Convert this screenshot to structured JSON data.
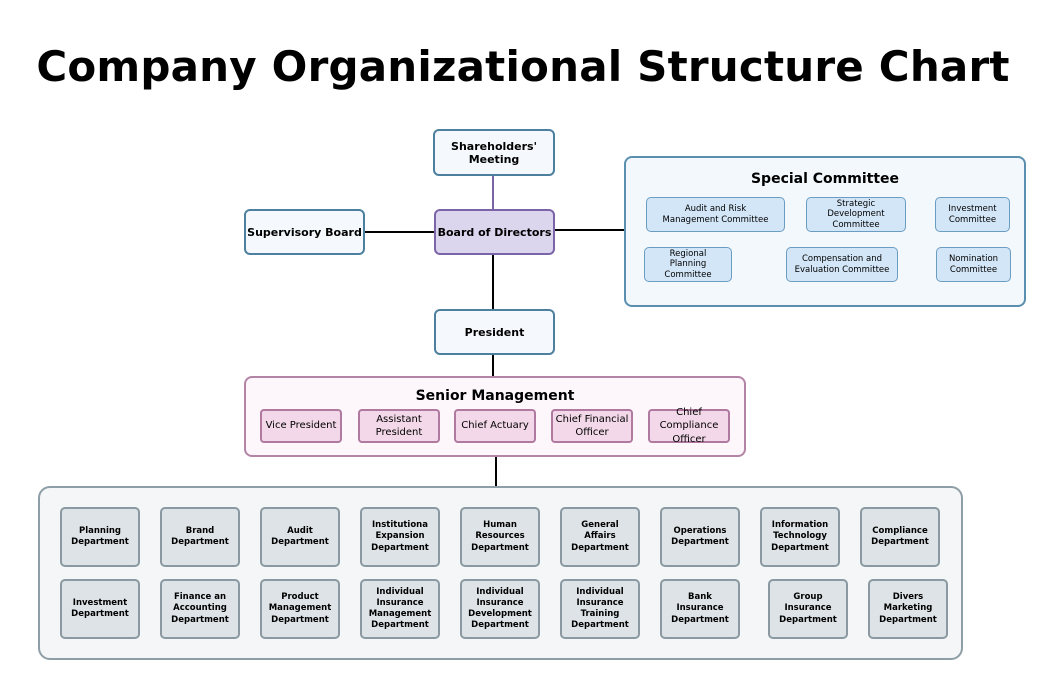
{
  "title": "Company Organizational Structure Chart",
  "colors": {
    "connector": "#000000",
    "shareholder_link": "#7c64a8",
    "board_fill": "#dcd5ee",
    "committee_fill": "#d3e6f7",
    "senior_fill": "#f2d8e8",
    "department_fill": "#dde3e6"
  },
  "top": {
    "shareholders": "Shareholders' Meeting",
    "board": "Board of Directors",
    "supervisory": "Supervisory Board",
    "president": "President"
  },
  "special_committee": {
    "title": "Special Committee",
    "items": [
      "Audit and Risk\nManagement Committee",
      "Strategic Development\nCommittee",
      "Investment\nCommittee",
      "Regional\nPlanning Committee",
      "Compensation and\nEvaluation Committee",
      "Nomination\nCommittee"
    ]
  },
  "senior_management": {
    "title": "Senior Management",
    "items": [
      "Vice President",
      "Assistant\nPresident",
      "Chief Actuary",
      "Chief Financial\nOfficer",
      "Chief\nCompliance\nOfficer"
    ]
  },
  "departments": {
    "row1": [
      "Planning\nDepartment",
      "Brand\nDepartment",
      "Audit\nDepartment",
      "Institutiona\nExpansion\nDepartment",
      "Human\nResources\nDepartment",
      "General\nAffairs\nDepartment",
      "Operations\nDepartment",
      "Information\nTechnology\nDepartment",
      "Compliance\nDepartment"
    ],
    "row2": [
      "Investment\nDepartment",
      "Finance an\nAccounting\nDepartment",
      "Product\nManagement\nDepartment",
      "Individual\nInsurance\nManagement\nDepartment",
      "Individual\nInsurance\nDevelopment\nDepartment",
      "Individual\nInsurance\nTraining\nDepartment",
      "Bank\nInsurance\nDepartment",
      "Group\nInsurance\nDepartment",
      "Divers\nMarketing\nDepartment"
    ]
  }
}
